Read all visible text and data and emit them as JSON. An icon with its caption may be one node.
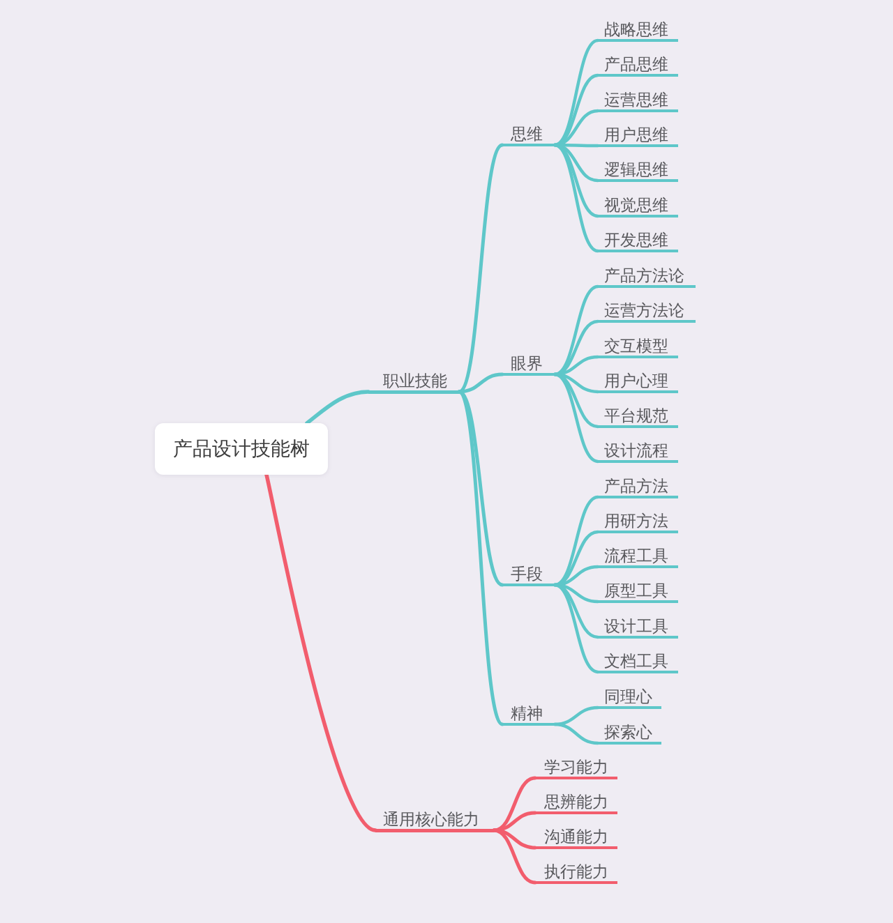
{
  "diagram": {
    "nodes": [
      {
        "text": [
          "产品设计技能树"
        ]
      },
      {
        "text": [
          "职业技能"
        ]
      },
      {
        "text": [
          "思维"
        ]
      },
      {
        "text": [
          "战略思维"
        ]
      },
      {
        "text": [
          "产品思维"
        ]
      },
      {
        "text": [
          "运营思维"
        ]
      },
      {
        "text": [
          "用户思维"
        ]
      },
      {
        "text": [
          "逻辑思维"
        ]
      },
      {
        "text": [
          "视觉思维"
        ]
      },
      {
        "text": [
          "开发思维"
        ]
      },
      {
        "text": [
          "眼界"
        ]
      },
      {
        "text": [
          "产品方法论"
        ]
      },
      {
        "text": [
          "运营方法论"
        ]
      },
      {
        "text": [
          "交互模型"
        ]
      },
      {
        "text": [
          "用户心理"
        ]
      },
      {
        "text": [
          "平台规范"
        ]
      },
      {
        "text": [
          "设计流程"
        ]
      },
      {
        "text": [
          "手段"
        ]
      },
      {
        "text": [
          "产品方法"
        ]
      },
      {
        "text": [
          "用研方法"
        ]
      },
      {
        "text": [
          "流程工具"
        ]
      },
      {
        "text": [
          "原型工具"
        ]
      },
      {
        "text": [
          "设计工具"
        ]
      },
      {
        "text": [
          "文档工具"
        ]
      },
      {
        "text": [
          "精神"
        ]
      },
      {
        "text": [
          "同理心"
        ]
      },
      {
        "text": [
          "探索心"
        ]
      },
      {
        "text": [
          "通用核心能力"
        ]
      },
      {
        "text": [
          "学习能力"
        ]
      },
      {
        "text": [
          "思辨能力"
        ]
      },
      {
        "text": [
          "沟通能力"
        ]
      },
      {
        "text": [
          "执行能力"
        ]
      }
    ],
    "edges": [
      {
        "from": 0,
        "to": 1,
        "arrow": "none"
      },
      {
        "from": 1,
        "to": 2,
        "arrow": "none"
      },
      {
        "from": 2,
        "to": 3,
        "arrow": "none"
      },
      {
        "from": 2,
        "to": 4,
        "arrow": "none"
      },
      {
        "from": 2,
        "to": 5,
        "arrow": "none"
      },
      {
        "from": 2,
        "to": 6,
        "arrow": "none"
      },
      {
        "from": 2,
        "to": 7,
        "arrow": "none"
      },
      {
        "from": 2,
        "to": 8,
        "arrow": "none"
      },
      {
        "from": 2,
        "to": 9,
        "arrow": "none"
      },
      {
        "from": 1,
        "to": 10,
        "arrow": "none"
      },
      {
        "from": 10,
        "to": 11,
        "arrow": "none"
      },
      {
        "from": 10,
        "to": 12,
        "arrow": "none"
      },
      {
        "from": 10,
        "to": 13,
        "arrow": "none"
      },
      {
        "from": 10,
        "to": 14,
        "arrow": "none"
      },
      {
        "from": 10,
        "to": 15,
        "arrow": "none"
      },
      {
        "from": 10,
        "to": 16,
        "arrow": "none"
      },
      {
        "from": 1,
        "to": 17,
        "arrow": "none"
      },
      {
        "from": 17,
        "to": 18,
        "arrow": "none"
      },
      {
        "from": 17,
        "to": 19,
        "arrow": "none"
      },
      {
        "from": 17,
        "to": 20,
        "arrow": "none"
      },
      {
        "from": 17,
        "to": 21,
        "arrow": "none"
      },
      {
        "from": 17,
        "to": 22,
        "arrow": "none"
      },
      {
        "from": 17,
        "to": 23,
        "arrow": "none"
      },
      {
        "from": 1,
        "to": 24,
        "arrow": "none"
      },
      {
        "from": 24,
        "to": 25,
        "arrow": "none"
      },
      {
        "from": 24,
        "to": 26,
        "arrow": "none"
      },
      {
        "from": 0,
        "to": 27,
        "arrow": "none",
        "color": "#f25d6d"
      },
      {
        "from": 27,
        "to": 28,
        "arrow": "none",
        "color": "#f25d6d"
      },
      {
        "from": 27,
        "to": 29,
        "arrow": "none",
        "color": "#f25d6d"
      },
      {
        "from": 27,
        "to": 30,
        "arrow": "none",
        "color": "#f25d6d"
      },
      {
        "from": 27,
        "to": 31,
        "arrow": "none",
        "color": "#f25d6d"
      }
    ]
  }
}
